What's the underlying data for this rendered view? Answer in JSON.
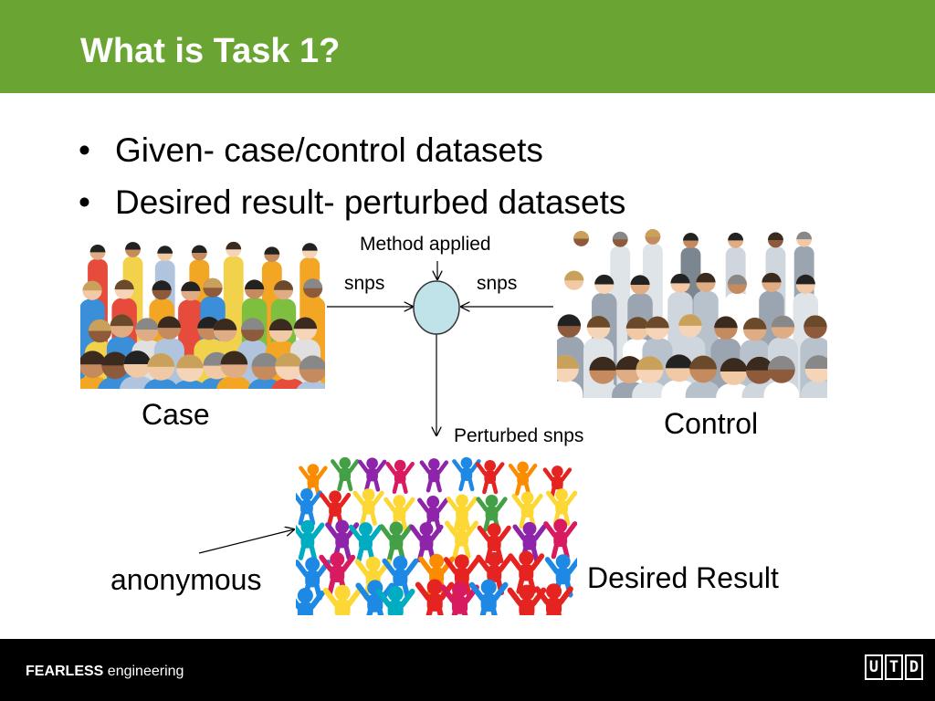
{
  "slide": {
    "title": "What is Task 1?",
    "bullets": [
      "Given- case/control datasets",
      "Desired result- perturbed datasets"
    ]
  },
  "diagram": {
    "method_label": "Method applied",
    "snps_left": "snps",
    "snps_right": "snps",
    "perturbed_label": "Perturbed snps",
    "case_label": "Case",
    "control_label": "Control",
    "anonymous_label": "anonymous",
    "result_label": "Desired Result"
  },
  "footer": {
    "brand_bold": "FEARLESS",
    "brand_rest": " engineering",
    "logo_letters": [
      "U",
      "T",
      "D"
    ]
  },
  "colors": {
    "header_green": "#6aa534",
    "footer_black": "#000000",
    "circle_fill": "#bfe3e8",
    "circle_stroke": "#333333"
  }
}
